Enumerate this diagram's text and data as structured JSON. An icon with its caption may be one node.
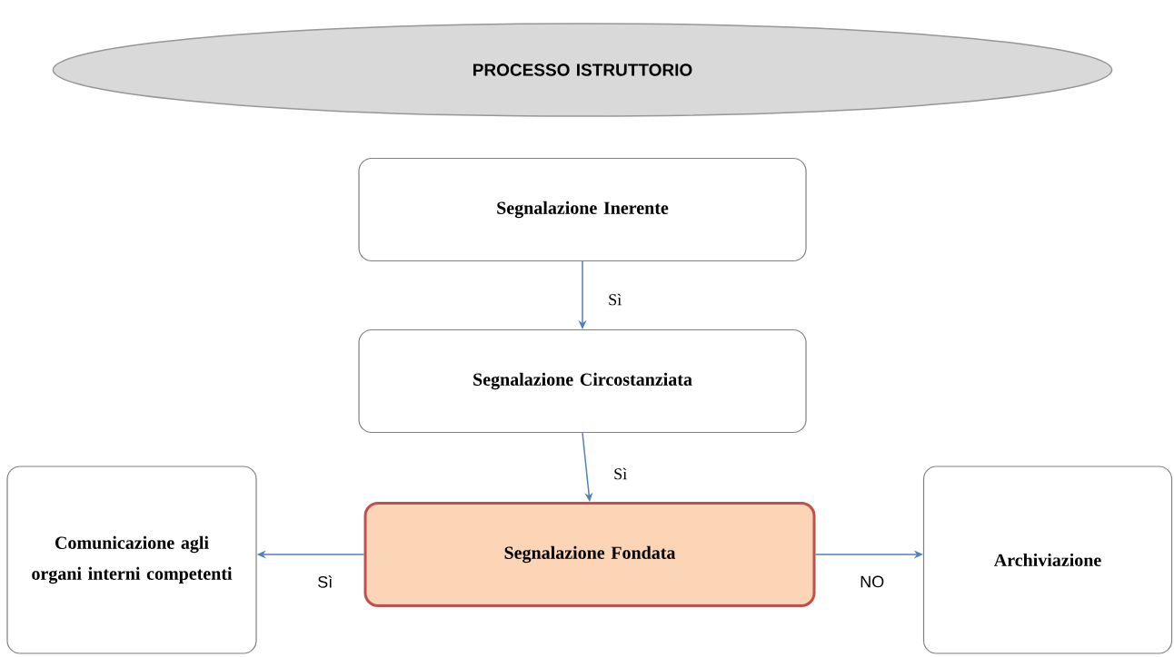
{
  "diagram": {
    "nodes": [
      {
        "text": [
          "PROCESSO ISTRUTTORIO"
        ]
      },
      {
        "text": [
          "Segnalazione Inerente"
        ]
      },
      {
        "text": [
          "Segnalazione Circostanziata"
        ]
      },
      {
        "text": [
          "Comunicazione agli organi interni competenti"
        ]
      },
      {
        "text": [
          "Segnalazione Fondata"
        ]
      },
      {
        "text": [
          "Archiviazione"
        ]
      }
    ],
    "edges": [
      {
        "from": 1,
        "to": 2,
        "arrow": "to",
        "label": "Sì"
      },
      {
        "from": 2,
        "to": 4,
        "arrow": "to",
        "label": "Sì"
      },
      {
        "from": 4,
        "to": 3,
        "arrow": "to",
        "label": "Sì"
      },
      {
        "from": 4,
        "to": 5,
        "arrow": "to",
        "label": "NO"
      }
    ]
  }
}
